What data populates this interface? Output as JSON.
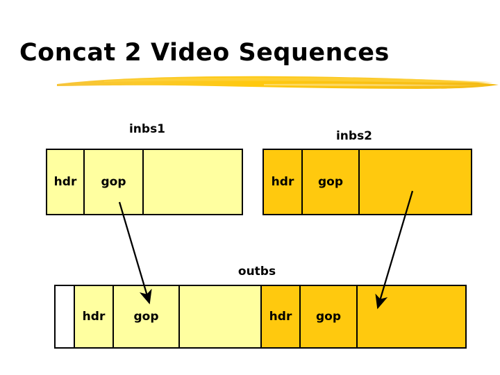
{
  "slide": {
    "title": "Concat 2 Video Sequences",
    "background_color": "#ffffff",
    "title_color": "#000000",
    "accent_color": "#ffc90e"
  },
  "colors": {
    "light_yellow": "#ffffa0",
    "gold": "#ffc90e",
    "outline": "#000000",
    "white": "#ffffff"
  },
  "diagram": {
    "type": "bitstream-concatenation",
    "sequences": [
      {
        "id": "inbs1",
        "label": "inbs1",
        "fill": "#ffffa0",
        "cells": [
          {
            "label": "hdr"
          },
          {
            "label": "gop"
          },
          {
            "label": ""
          }
        ]
      },
      {
        "id": "inbs2",
        "label": "inbs2",
        "fill": "#ffc90e",
        "cells": [
          {
            "label": "hdr"
          },
          {
            "label": "gop"
          },
          {
            "label": ""
          }
        ]
      },
      {
        "id": "outbs",
        "label": "outbs",
        "fill": "mixed",
        "cells": [
          {
            "label": "",
            "fill": "#ffffff"
          },
          {
            "label": "hdr",
            "fill": "#ffffa0"
          },
          {
            "label": "gop",
            "fill": "#ffffa0"
          },
          {
            "label": "",
            "fill": "#ffffa0"
          },
          {
            "label": "hdr",
            "fill": "#ffc90e"
          },
          {
            "label": "gop",
            "fill": "#ffc90e"
          },
          {
            "label": "",
            "fill": "#ffc90e"
          }
        ]
      }
    ],
    "arrows": [
      {
        "id": "arrow-inbs1-to-outbs",
        "from": "inbs1.gop",
        "to": "outbs.gop"
      },
      {
        "id": "arrow-inbs2-to-outbs",
        "from": "inbs2.tail",
        "to": "outbs.gold-tail"
      }
    ]
  }
}
